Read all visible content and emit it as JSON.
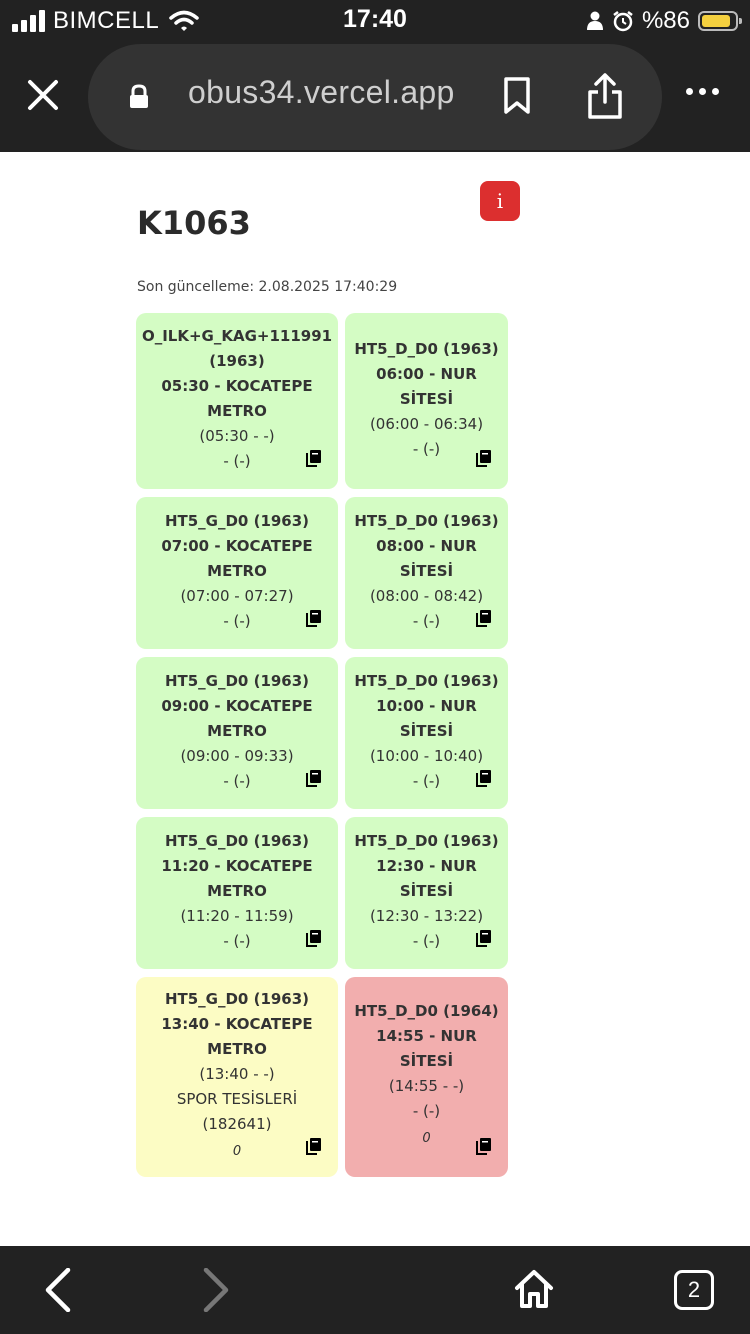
{
  "status_bar": {
    "carrier": "BIMCELL",
    "time": "17:40",
    "battery_percent": "%86",
    "battery_level": 0.86
  },
  "browser": {
    "url": "obus34.vercel.app",
    "tab_count": "2"
  },
  "page": {
    "title": "K1063",
    "info_label": "i",
    "last_updated": "Son güncelleme: 2.08.2025 17:40:29"
  },
  "colors": {
    "green": "#d4fcc4",
    "yellow": "#fcfcc4",
    "red": "#f2aeae",
    "info": "#dc2f2f"
  },
  "cards": [
    {
      "color": "green",
      "line1": "O_ILK+G_KAG+111991 (1963)",
      "line2": "05:30 - KOCATEPE METRO",
      "line3": "(05:30 - -)",
      "line4": "- (-)"
    },
    {
      "color": "green",
      "line1": "HT5_D_D0 (1963)",
      "line2": "06:00 - NUR SİTESİ",
      "line3": "(06:00 - 06:34)",
      "line4": "- (-)"
    },
    {
      "color": "green",
      "line1": "HT5_G_D0 (1963)",
      "line2": "07:00 - KOCATEPE METRO",
      "line3": "(07:00 - 07:27)",
      "line4": "- (-)"
    },
    {
      "color": "green",
      "line1": "HT5_D_D0 (1963)",
      "line2": "08:00 - NUR SİTESİ",
      "line3": "(08:00 - 08:42)",
      "line4": "- (-)"
    },
    {
      "color": "green",
      "line1": "HT5_G_D0 (1963)",
      "line2": "09:00 - KOCATEPE METRO",
      "line3": "(09:00 - 09:33)",
      "line4": "- (-)"
    },
    {
      "color": "green",
      "line1": "HT5_D_D0 (1963)",
      "line2": "10:00 - NUR SİTESİ",
      "line3": "(10:00 - 10:40)",
      "line4": "- (-)"
    },
    {
      "color": "green",
      "line1": "HT5_G_D0 (1963)",
      "line2": "11:20 - KOCATEPE METRO",
      "line3": "(11:20 - 11:59)",
      "line4": "- (-)"
    },
    {
      "color": "green",
      "line1": "HT5_D_D0 (1963)",
      "line2": "12:30 - NUR SİTESİ",
      "line3": "(12:30 - 13:22)",
      "line4": "- (-)"
    },
    {
      "color": "yellow",
      "line1": "HT5_G_D0 (1963)",
      "line2": "13:40 - KOCATEPE METRO",
      "line3": "(13:40 - -)",
      "line4": "SPOR TESİSLERİ (182641)",
      "extra": "0"
    },
    {
      "color": "red",
      "line1": "HT5_D_D0 (1964)",
      "line2": "14:55 - NUR SİTESİ",
      "line3": "(14:55 - -)",
      "line4": "- (-)",
      "extra": "0"
    }
  ]
}
